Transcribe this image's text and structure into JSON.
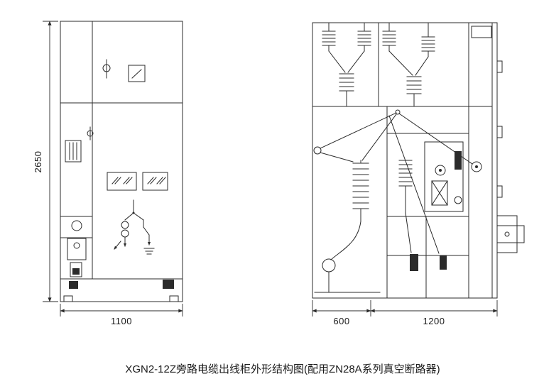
{
  "drawing": {
    "caption": "XGN2-12Z旁路电缆出线柜外形结构图(配用ZN28A系列真空断路器)",
    "views": {
      "front": {
        "height_mm": "2650",
        "width_mm": "1100"
      },
      "side": {
        "front_depth_mm": "600",
        "rear_depth_mm": "1200"
      }
    },
    "colors": {
      "line": "#2b2b2b",
      "background": "#ffffff",
      "text": "#1a1a1a"
    }
  }
}
